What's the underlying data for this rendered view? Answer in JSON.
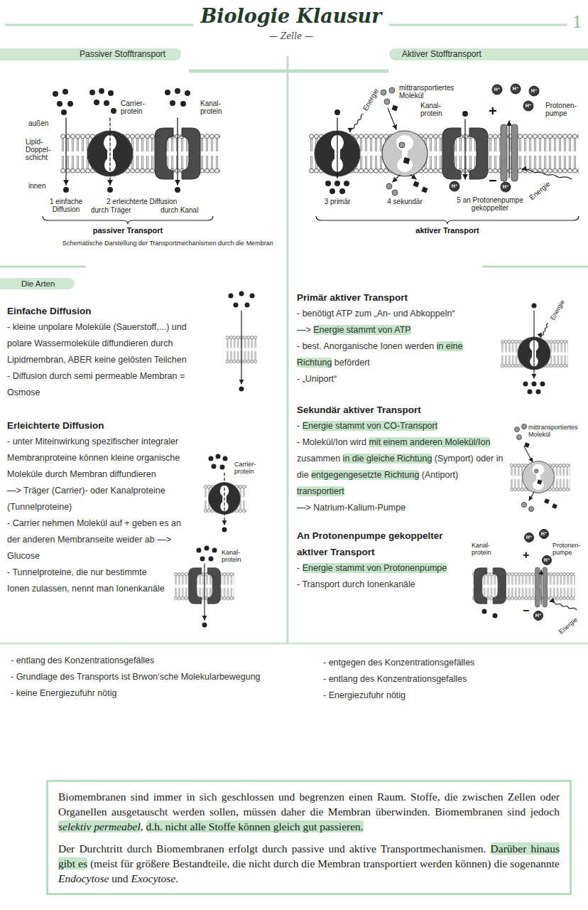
{
  "diagram": {
    "title": "Biologie Klausur",
    "nodes": [
      {
        "text": [
          "Passiver Stofftransport"
        ]
      },
      {
        "text": [
          "Aktiver Stofftransport"
        ]
      },
      {
        "text": [
          "Die Arten"
        ]
      },
      {
        "text": [
          "Biomembranen sind immer in sich geschlossen und begrenzen einen Raum. Stoffe, die zwischen Zellen oder Organellen ausgetauscht werden sollen, müssen daher die Membran überwinden. Biomembranen sind jedoch ",
          "selektiv permeabel",
          ", ",
          "d.h. nicht alle Stoffe können gleich gut passieren.",
          "Der Durchtritt durch Biomembranen erfolgt durch passive und aktive Transportmechanismen. ",
          "Darüber hinaus gibt es",
          " (meist für größere Bestandteile, die nicht durch die Membran transportiert werden können) die sogenannte ",
          "Endocytose",
          " und ",
          "Exocytose",
          "."
        ]
      }
    ],
    "labels": [
      "— Zelle —",
      "1",
      "Carrier-protein",
      "Kanal-protein",
      "außen",
      "Lipid-Doppel-schicht",
      "innen",
      "1 einfache Diffusion",
      "2 erleichterte Diffusion",
      "durch Träger",
      "durch Kanal",
      "passiver Transport",
      "Schematische Darstellung der Transportmechanismen durch die Membran",
      "Energie",
      "mittransportiertes Molekül",
      "Kanal-protein",
      "Protonen-pumpe",
      "+",
      "−",
      "Energie",
      "3 primär",
      "4 sekundär",
      "5 an Protonenpumpe gekoppelter",
      "aktiver Transport",
      "H⁺",
      "H⁺",
      "H⁺",
      "H⁺",
      "H⁺",
      "H⁺",
      "Einfache Diffusion",
      "- kleine unpolare Moleküle (Sauerstoff,...) und polare Wassermoleküle diffundieren durch Lipidmembran, ABER keine gelösten Teilchen",
      "- Diffusion durch semi permeable Membran = Osmose",
      "Erleichterte Diffusion",
      "- unter Miteinwirkung spezifischer integraler Membranproteine können kleine organische Moleküle durch Membran diffundieren",
      "—> Träger (Carrier)- oder Kanalproteine (Tunnelproteine)",
      "- Carrier nehmen Molekül auf + geben es an der anderen Membranseite weider ab —> Glucose",
      "- Tunnelproteine, die nur bestimmte Ionen zulassen, nennt man Ionenkanäle",
      "Carrier-protein",
      "Kanal-protein",
      "Primär aktiver Transport",
      "- benötigt ATP zum „An- und Abkoppeln“",
      "—> ",
      "Energie stammt von ATP",
      "- best. Anorganische Ionen werden ",
      "in eine Richtung",
      " befördert",
      "- „Uniport“",
      "Energie",
      "Sekundär aktiver Transport",
      "- ",
      "Energie stammt von CO-Transport",
      "- Molekül/Ion wird ",
      "mit einem anderen Molekül/Ion",
      " zusammen ",
      "in die gleiche Richtung",
      " (Symport) oder in die ",
      "entgegengesetzte Richtung",
      " (Antiport) ",
      "transportiert",
      "—> Natrium-Kalium-Pumpe",
      "mittransportiertes Molekül",
      "An Protonenpumpe gekoppelter aktiver Transport",
      "- ",
      "Energie stammt von Protonenpumpe",
      "- Transport durch Ionenkanäle",
      "Kanal-protein",
      "Protonen-pumpe",
      "+",
      "−",
      "Energie",
      "H⁺",
      "H⁺",
      "H⁺",
      "H⁺",
      "- entlang des Konzentrationsgefälles",
      "- Grundlage des Transports ist Brwon‘sche Molekularbewegung",
      "- keine Energiezufuhr nötig",
      "- entgegen des Konzentrationsgefälles",
      "- entlang des Konzentrationsgefalles",
      "- Energiezufuhr nötig"
    ]
  }
}
